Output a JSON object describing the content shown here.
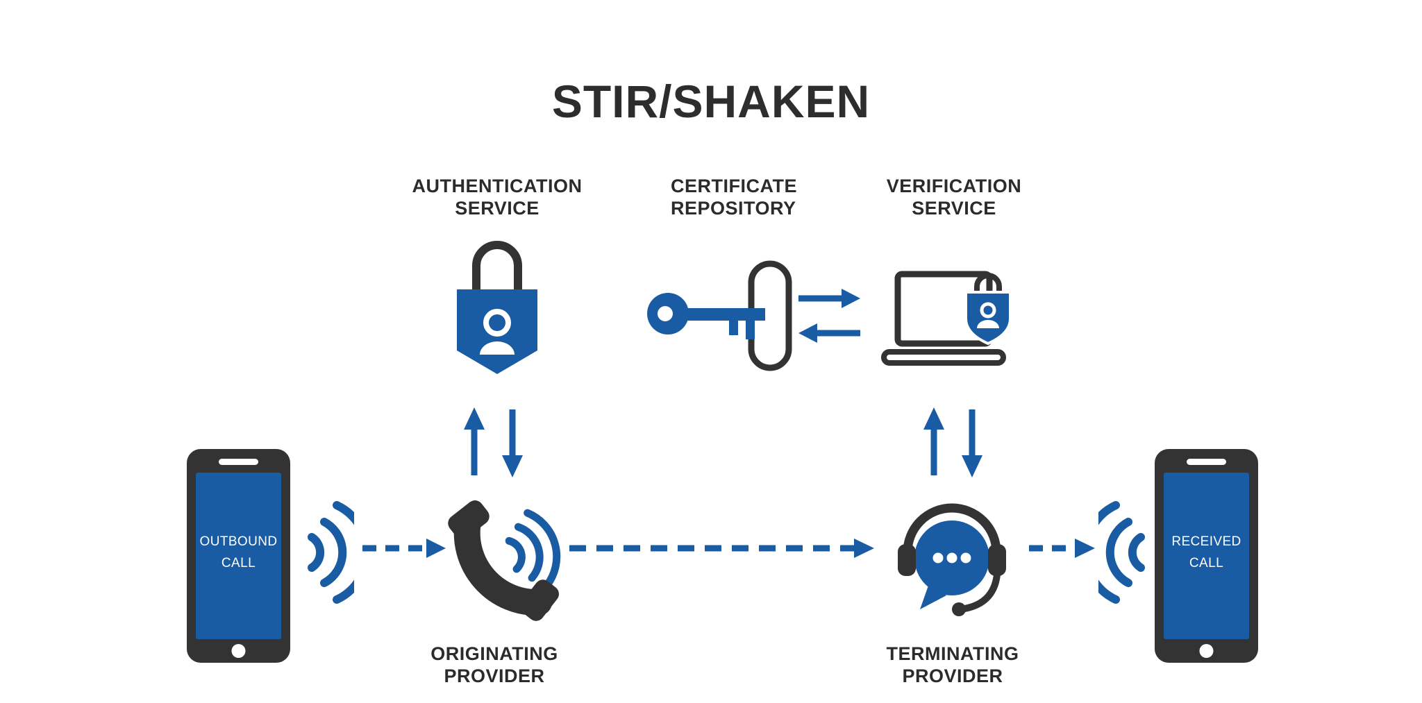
{
  "title": "STIR/SHAKEN",
  "colors": {
    "primary_blue": "#1a5ca4",
    "dark": "#333333",
    "text_dark": "#2d2d2d",
    "background": "#ffffff"
  },
  "services": {
    "authentication": {
      "line1": "AUTHENTICATION",
      "line2": "SERVICE",
      "icon": "padlock-user-icon"
    },
    "certificate": {
      "line1": "CERTIFICATE",
      "line2": "REPOSITORY",
      "icon": "key-icon"
    },
    "verification": {
      "line1": "VERIFICATION",
      "line2": "SERVICE",
      "icon": "laptop-shield-icon"
    }
  },
  "providers": {
    "originating": {
      "line1": "ORIGINATING",
      "line2": "PROVIDER",
      "icon": "handset-signal-icon"
    },
    "terminating": {
      "line1": "TERMINATING",
      "line2": "PROVIDER",
      "icon": "headset-chat-icon"
    }
  },
  "endpoints": {
    "outbound": {
      "line1": "OUTBOUND",
      "line2": "CALL",
      "icon": "smartphone-icon"
    },
    "received": {
      "line1": "RECEIVED",
      "line2": "CALL",
      "icon": "smartphone-icon"
    }
  }
}
